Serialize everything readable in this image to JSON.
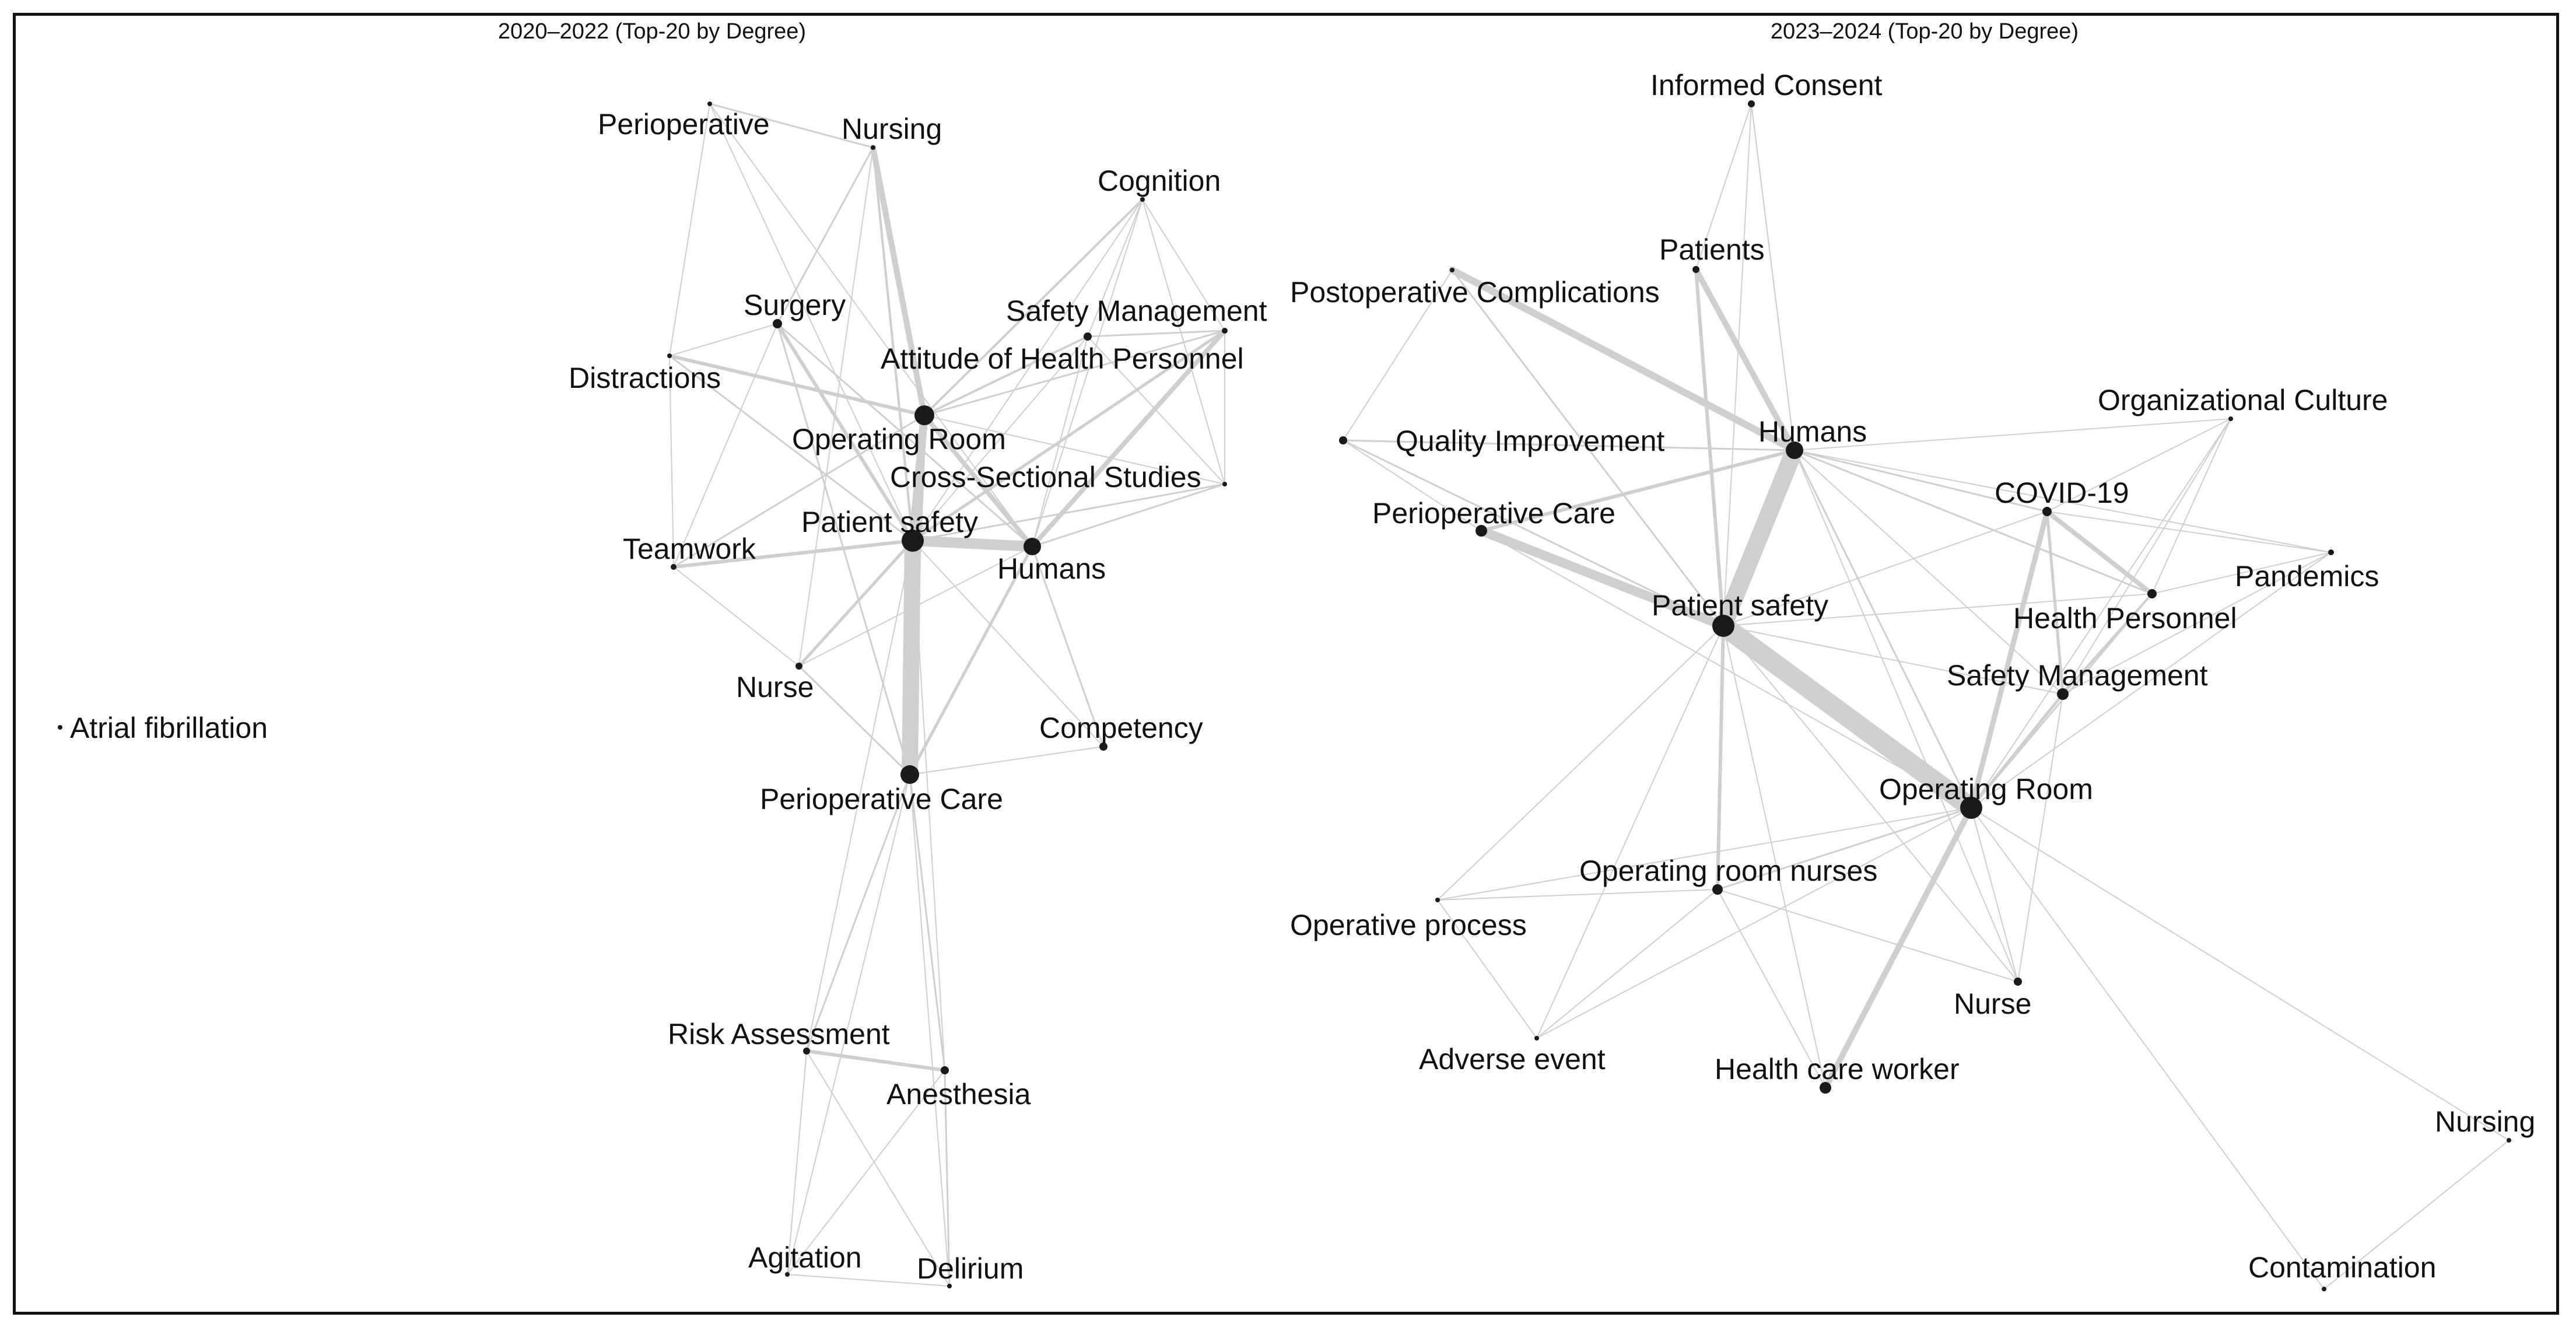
{
  "styles": {
    "edge_color": "#cfcfcf",
    "node_color": "#1a1a1a",
    "label_color": "#111111",
    "frame_color": "#111111"
  },
  "panels": [
    {
      "title": "2020–2022 (Top-20 by Degree)",
      "nodes": [
        {
          "id": "p1_periop",
          "label": "Perioperative"
        },
        {
          "id": "p1_nursing",
          "label": "Nursing"
        },
        {
          "id": "p1_cognition",
          "label": "Cognition"
        },
        {
          "id": "p1_surgery",
          "label": "Surgery"
        },
        {
          "id": "p1_safetymgmt",
          "label": "Safety Management"
        },
        {
          "id": "p1_attitude",
          "label": "Attitude of Health Personnel"
        },
        {
          "id": "p1_distractions",
          "label": "Distractions"
        },
        {
          "id": "p1_or",
          "label": "Operating Room"
        },
        {
          "id": "p1_cross",
          "label": "Cross-Sectional Studies"
        },
        {
          "id": "p1_ps",
          "label": "Patient safety"
        },
        {
          "id": "p1_teamwork",
          "label": "Teamwork"
        },
        {
          "id": "p1_humans",
          "label": "Humans"
        },
        {
          "id": "p1_nurse",
          "label": "Nurse"
        },
        {
          "id": "p1_competency",
          "label": "Competency"
        },
        {
          "id": "p1_pcare",
          "label": "Perioperative Care"
        },
        {
          "id": "p1_risk",
          "label": "Risk Assessment"
        },
        {
          "id": "p1_anesthesia",
          "label": "Anesthesia"
        },
        {
          "id": "p1_agitation",
          "label": "Agitation"
        },
        {
          "id": "p1_delirium",
          "label": "Delirium"
        },
        {
          "id": "p1_afib",
          "label": "Atrial fibrillation"
        }
      ]
    },
    {
      "title": "2023–2024 (Top-20 by Degree)",
      "nodes": [
        {
          "id": "p2_consent",
          "label": "Informed Consent"
        },
        {
          "id": "p2_patients",
          "label": "Patients"
        },
        {
          "id": "p2_postop",
          "label": "Postoperative Complications"
        },
        {
          "id": "p2_orgculture",
          "label": "Organizational Culture"
        },
        {
          "id": "p2_qi",
          "label": "Quality Improvement"
        },
        {
          "id": "p2_humans",
          "label": "Humans"
        },
        {
          "id": "p2_covid",
          "label": "COVID-19"
        },
        {
          "id": "p2_pcare",
          "label": "Perioperative Care"
        },
        {
          "id": "p2_pandemics",
          "label": "Pandemics"
        },
        {
          "id": "p2_ps",
          "label": "Patient safety"
        },
        {
          "id": "p2_hp",
          "label": "Health Personnel"
        },
        {
          "id": "p2_safetymgmt",
          "label": "Safety Management"
        },
        {
          "id": "p2_or",
          "label": "Operating Room"
        },
        {
          "id": "p2_ornurses",
          "label": "Operating room nurses"
        },
        {
          "id": "p2_opprocess",
          "label": "Operative process"
        },
        {
          "id": "p2_nurse",
          "label": "Nurse"
        },
        {
          "id": "p2_adverse",
          "label": "Adverse event"
        },
        {
          "id": "p2_hcw",
          "label": "Health care worker"
        },
        {
          "id": "p2_nursing",
          "label": "Nursing"
        },
        {
          "id": "p2_contam",
          "label": "Contamination"
        }
      ]
    }
  ]
}
